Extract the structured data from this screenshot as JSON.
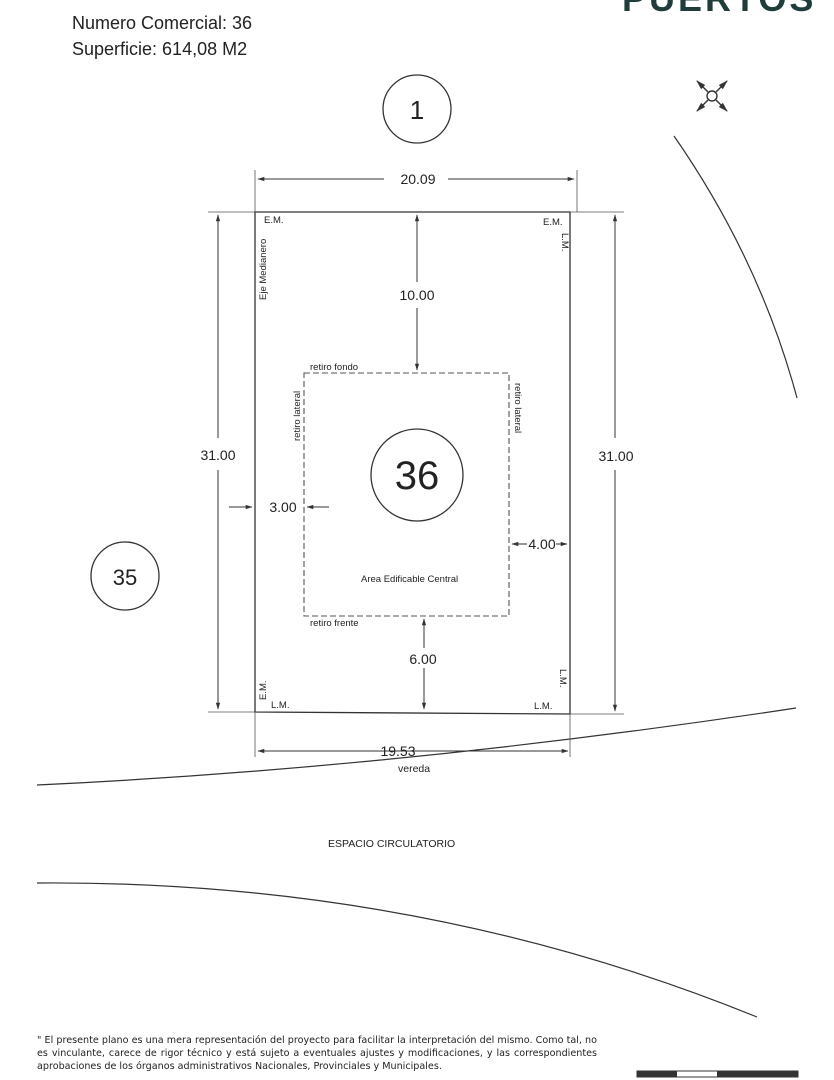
{
  "header": {
    "numero_comercial": "Numero Comercial: 36",
    "superficie": "Superficie: 614,08 M2",
    "brand": "PUERTOS"
  },
  "plan": {
    "lot_number": "36",
    "neighbor_top": "1",
    "neighbor_left": "35",
    "dimensions": {
      "top": "20.09",
      "bottom": "19.53",
      "left": "31.00",
      "right": "31.00",
      "setback_back": "10.00",
      "setback_front": "6.00",
      "setback_left": "3.00",
      "setback_right": "4.00"
    },
    "labels": {
      "em": "E.M.",
      "lm": "L.M.",
      "eje_medianero": "Eje Medianero",
      "retiro_fondo": "retiro fondo",
      "retiro_frente": "retiro frente",
      "retiro_lateral": "retiro lateral",
      "area_edificable": "Area Edificable Central",
      "vereda": "vereda",
      "espacio_circulatorio": "ESPACIO CIRCULATORIO"
    }
  },
  "disclaimer": "\" El presente plano es una mera representación del proyecto para facilitar la interpretación del mismo. Como tal, no es vinculante, carece de rigor técnico y está sujeto a eventuales ajustes y modificaciones, y las correspondientes aprobaciones de los órganos administrativos Nacionales, Provinciales y Municipales."
}
